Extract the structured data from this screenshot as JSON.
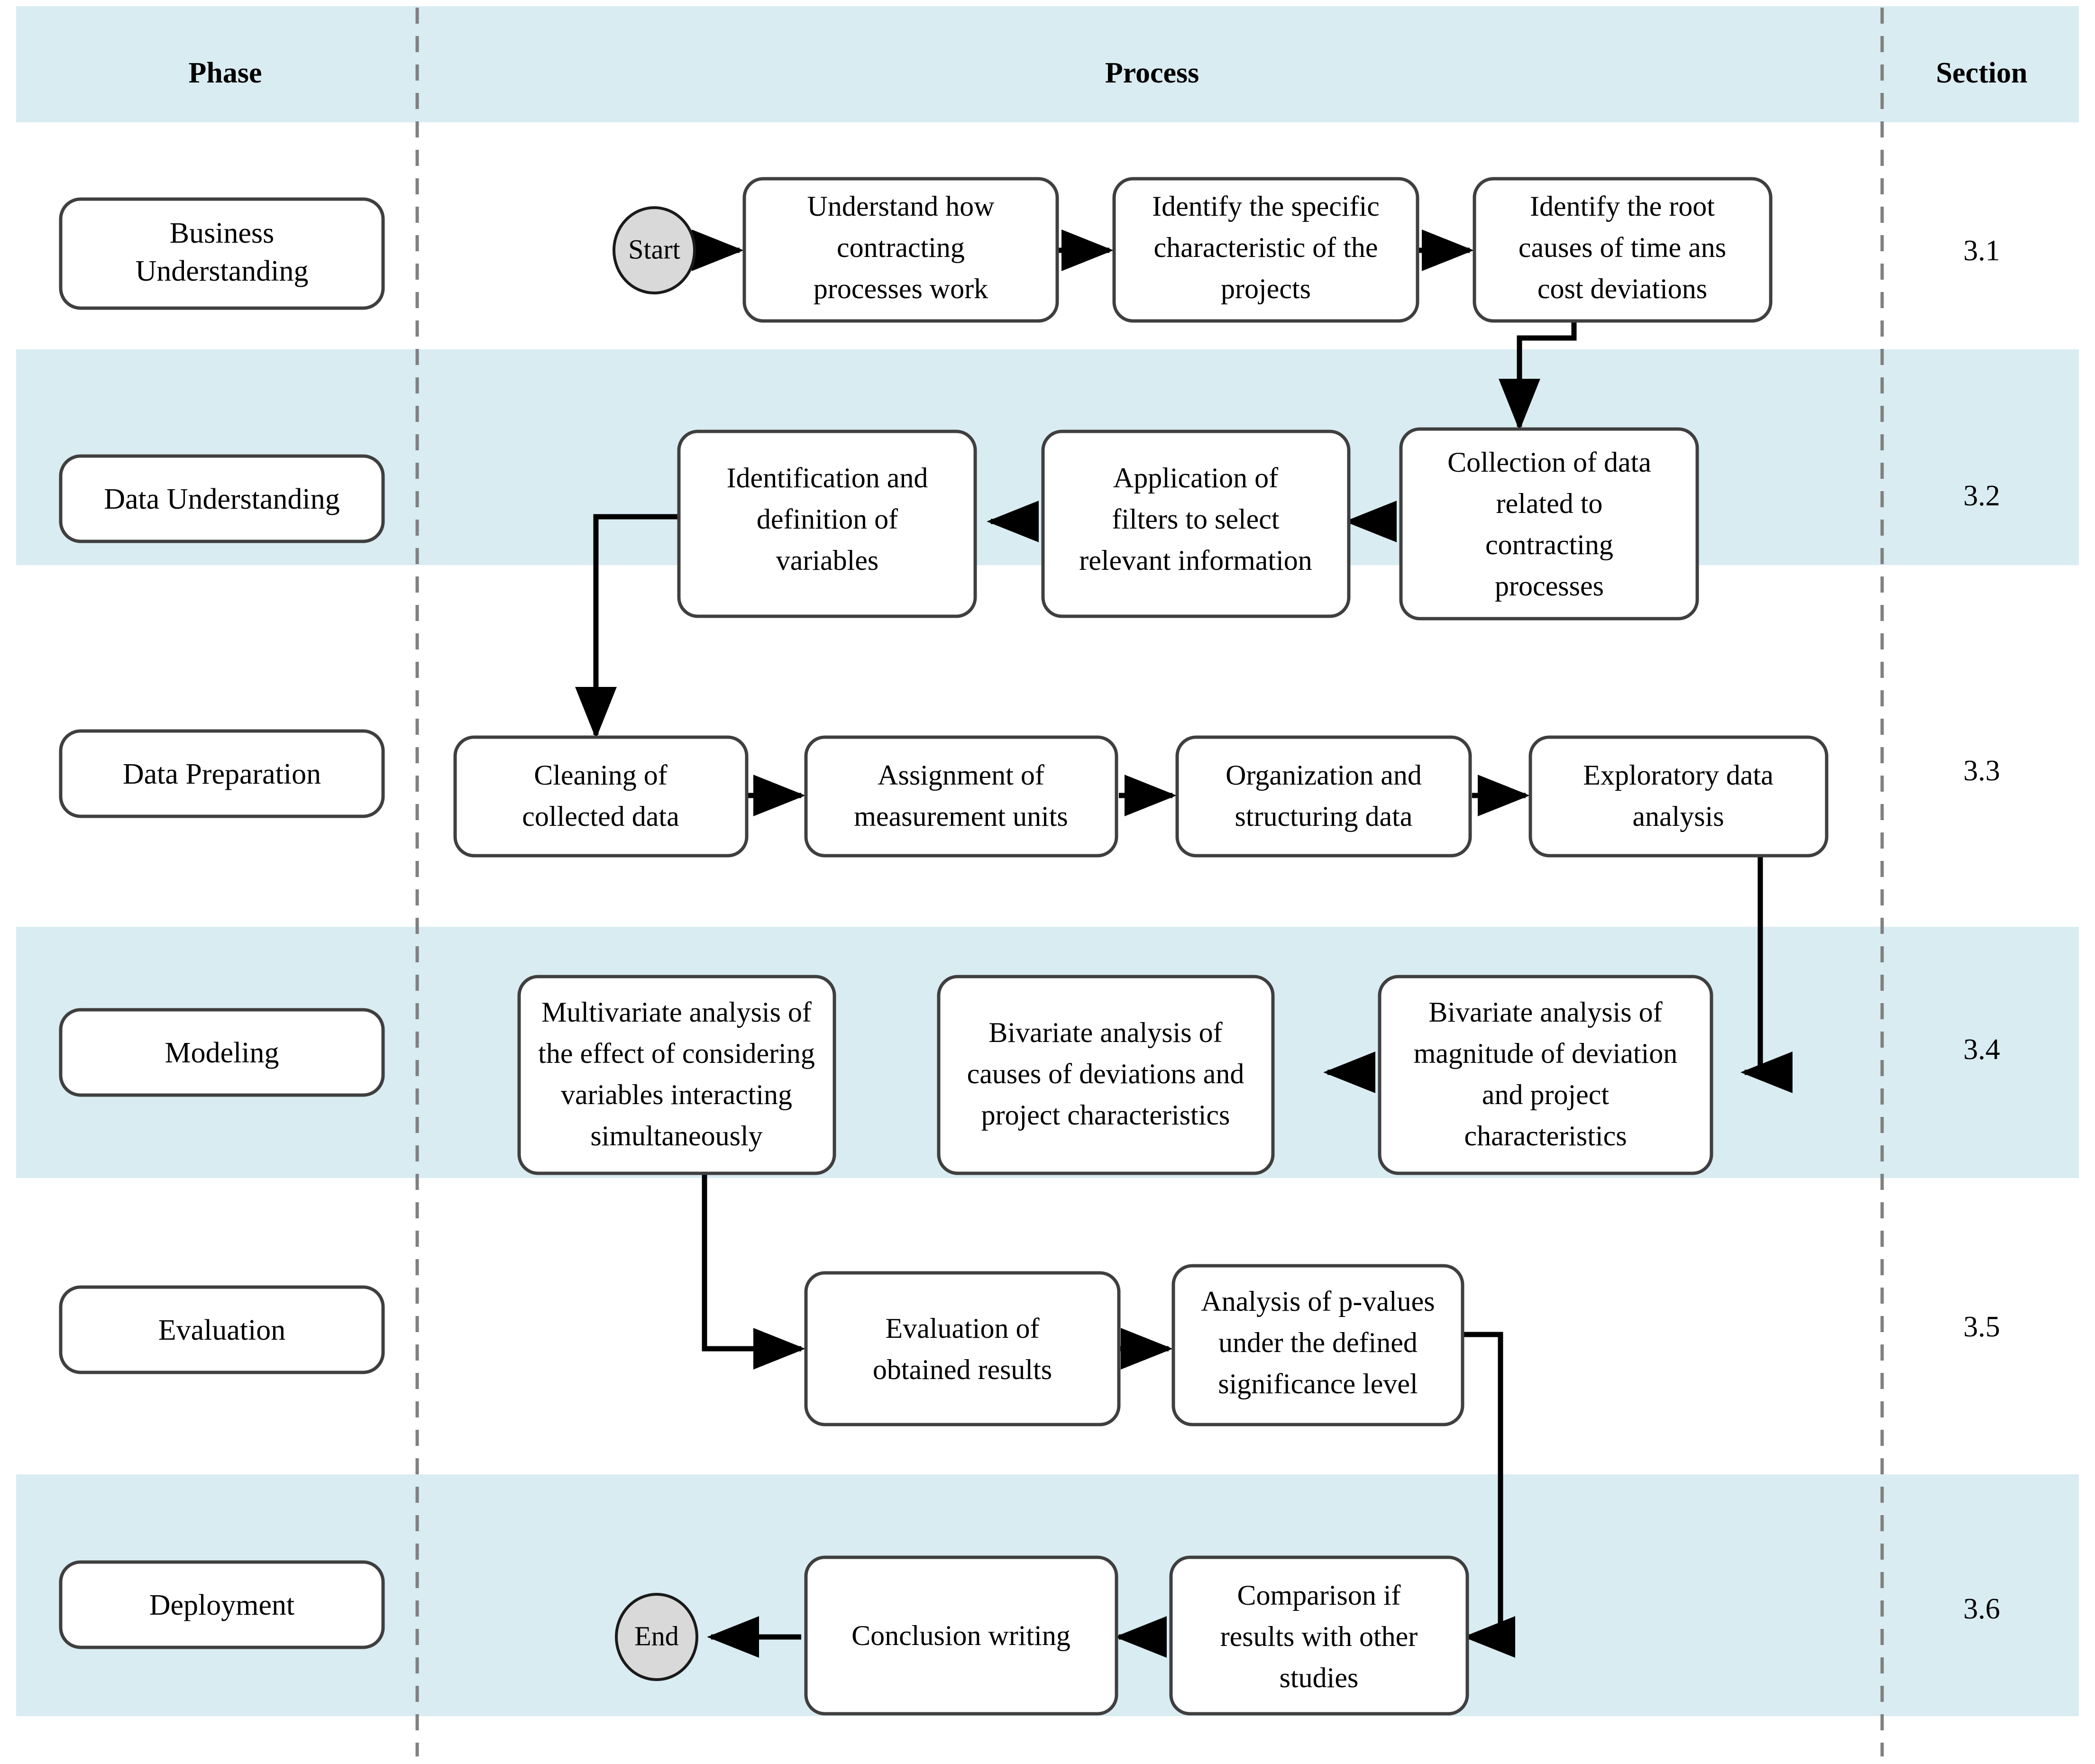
{
  "columns": {
    "phase_header": "Phase",
    "process_header": "Process",
    "section_header": "Section"
  },
  "terminators": {
    "start": "Start",
    "end": "End"
  },
  "rows": [
    {
      "phase": "Business Understanding",
      "section": "3.1",
      "nodes": [
        "Understand how contracting processes work",
        "Identify the specific characteristic of the projects",
        "Identify the root causes of time ans cost deviations"
      ]
    },
    {
      "phase": "Data Understanding",
      "section": "3.2",
      "nodes": [
        "Identification and definition of variables",
        "Application of filters to select relevant information",
        "Collection of data related to contracting processes"
      ]
    },
    {
      "phase": "Data Preparation",
      "section": "3.3",
      "nodes": [
        "Cleaning of collected data",
        "Assignment of measurement units",
        "Organization and structuring data",
        "Exploratory data analysis"
      ]
    },
    {
      "phase": "Modeling",
      "section": "3.4",
      "nodes": [
        "Multivariate analysis of the effect of considering variables interacting simultaneously",
        "Bivariate analysis of causes of deviations and project characteristics",
        "Bivariate analysis of magnitude of deviation and project characteristics"
      ]
    },
    {
      "phase": "Evaluation",
      "section": "3.5",
      "nodes": [
        "Evaluation of obtained results",
        "Analysis of p-values under the defined significance level"
      ]
    },
    {
      "phase": "Deployment",
      "section": "3.6",
      "nodes": [
        "Conclusion writing",
        "Comparison if results with other studies"
      ]
    }
  ],
  "node_lines": {
    "r1n1": [
      "Understand how",
      "contracting",
      "processes work"
    ],
    "r1n2": [
      "Identify the specific",
      "characteristic of the",
      "projects"
    ],
    "r1n3": [
      "Identify the root",
      "causes of time ans",
      "cost deviations"
    ],
    "r2n1": [
      "Identification and",
      "definition of",
      "variables"
    ],
    "r2n2": [
      "Application of",
      "filters to select",
      "relevant information"
    ],
    "r2n3": [
      "Collection of data",
      "related to",
      "contracting",
      "processes"
    ],
    "r3n1": [
      "Cleaning of",
      "collected data"
    ],
    "r3n2": [
      "Assignment of",
      "measurement units"
    ],
    "r3n3": [
      "Organization and",
      "structuring data"
    ],
    "r3n4": [
      "Exploratory data",
      "analysis"
    ],
    "r4n1": [
      "Multivariate analysis of",
      "the effect of considering",
      "variables interacting",
      "simultaneously"
    ],
    "r4n2": [
      "Bivariate analysis of",
      "causes of deviations and",
      "project characteristics"
    ],
    "r4n3": [
      "Bivariate analysis of",
      "magnitude of deviation",
      "and project",
      "characteristics"
    ],
    "r5n1": [
      "Evaluation of",
      "obtained results"
    ],
    "r5n2": [
      "Analysis of p-values",
      "under the defined",
      "significance level"
    ],
    "r6n1": [
      "Conclusion writing"
    ],
    "r6n2": [
      "Comparison if",
      "results with other",
      "studies"
    ]
  },
  "phase_lines": {
    "p1": [
      "Business",
      "Understanding"
    ],
    "p2": [
      "Data Understanding"
    ],
    "p3": [
      "Data Preparation"
    ],
    "p4": [
      "Modeling"
    ],
    "p5": [
      "Evaluation"
    ],
    "p6": [
      "Deployment"
    ]
  },
  "colors": {
    "band": "#d9ecf2",
    "node_border": "#3f3f3f",
    "divider": "#808080",
    "terminator_fill": "#d9d9d9",
    "connector": "#000000",
    "page": "#ffffff"
  }
}
